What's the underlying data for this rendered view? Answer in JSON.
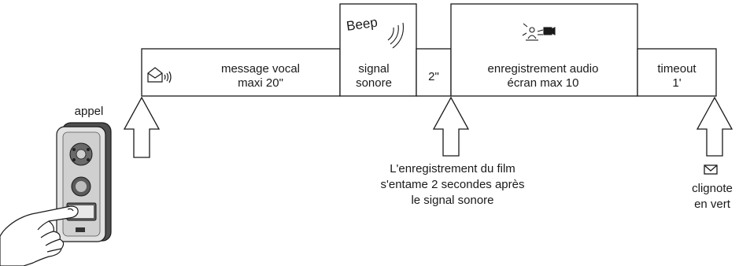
{
  "timeline": {
    "message_vocal": [
      "message vocal",
      "maxi 20\""
    ],
    "signal_sonore": [
      "signal",
      "sonore"
    ],
    "beep": "Beep",
    "pause": "2\"",
    "enregistrement": [
      "enregistrement audio",
      "écran max 10"
    ],
    "timeout": [
      "timeout",
      "1'"
    ]
  },
  "annotations": {
    "appel": "appel",
    "film_note": [
      "L'enregistrement du film",
      "s'entame 2 secondes après",
      "le signal sonore"
    ],
    "clignote": [
      "clignote",
      "en vert"
    ]
  },
  "icons": [
    "voice-message-icon",
    "sound-waves-icon",
    "video-recording-icon",
    "envelope-icon",
    "hand-pressing-doorbell-icon",
    "door-intercom-panel"
  ],
  "colors": {
    "stroke": "#1a1a1a",
    "fill": "#ffffff",
    "panel_dark": "#555555",
    "panel_light": "#d8d8d8"
  }
}
